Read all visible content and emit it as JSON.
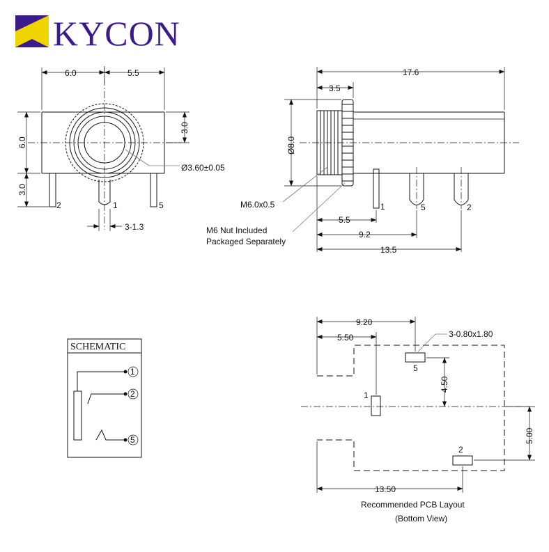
{
  "brand": {
    "name": "KYCON",
    "colors": {
      "logo_purple": "#3b1b8c",
      "logo_yellow": "#f0d400"
    }
  },
  "front_view": {
    "dims": {
      "width_left": "6.0",
      "width_right": "5.5",
      "height_upper": "3.0",
      "height_body": "6.0",
      "height_pin": "3.0",
      "pin_offset": "3-1.3",
      "hole_dia": "Ø3.60±0.05"
    },
    "pins": {
      "p2": "2",
      "p1": "1",
      "p5": "5"
    }
  },
  "side_view": {
    "dims": {
      "overall": "17.6",
      "thread_len": "3.5",
      "dia": "Ø8.0",
      "pin1": "5.5",
      "pin5": "9.2",
      "pin2": "13.5"
    },
    "labels": {
      "thread": "M6.0x0.5",
      "nut_line1": "M6 Nut Included",
      "nut_line2": "Packaged Separately"
    },
    "pins": {
      "p1": "1",
      "p5": "5",
      "p2": "2"
    }
  },
  "schematic": {
    "title": "SCHEMATIC",
    "pins": {
      "p1": "1",
      "p2": "2",
      "p5": "5"
    }
  },
  "pcb": {
    "dims": {
      "pin5_x": "9.20",
      "pin1_x": "5.50",
      "pad_size": "3-0.80x1.80",
      "pin5_y": "4.50",
      "pin2_y": "5.00",
      "pin2_x": "13.50"
    },
    "pins": {
      "p5": "5",
      "p1": "1",
      "p2": "2"
    },
    "caption_line1": "Recommended PCB Layout",
    "caption_line2": "(Bottom View)"
  }
}
